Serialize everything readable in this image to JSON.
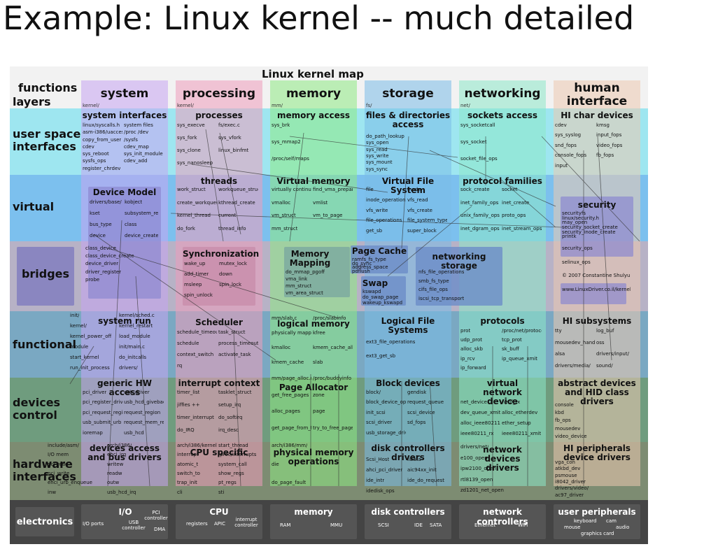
{
  "slide_title": "Example: Linux kernel -- much detailed",
  "map_title": "Linux kernel map",
  "corner": {
    "functions": "functions",
    "layers": "layers"
  },
  "columns": [
    {
      "key": "system",
      "label": "system",
      "path": "kernel/",
      "color": "#c9a8f0"
    },
    {
      "key": "processing",
      "label": "processing",
      "path": "kernel/",
      "color": "#e8a0b8"
    },
    {
      "key": "memory",
      "label": "memory",
      "path": "mm/",
      "color": "#a6e8a0"
    },
    {
      "key": "storage",
      "label": "storage",
      "path": "fs/",
      "color": "#8cc4e8"
    },
    {
      "key": "networking",
      "label": "networking",
      "path": "net/",
      "color": "#a0e8d0"
    },
    {
      "key": "human",
      "label": "human\ninterface",
      "path": "",
      "color": "#e8c8b0"
    }
  ],
  "layers": [
    {
      "label": "user space\ninterfaces",
      "color": "#9ee6f0"
    },
    {
      "label": "virtual",
      "color": "#7cc0ee"
    },
    {
      "label": "bridges",
      "color": "#b0a8c8"
    },
    {
      "label": "functional",
      "color": "#7aa8c0"
    },
    {
      "label": "devices\ncontrol",
      "color": "#6a9a7a"
    },
    {
      "label": "hardware\ninterfaces",
      "color": "#7a8a70"
    }
  ],
  "sections": {
    "system_interfaces": "system interfaces",
    "processes": "processes",
    "memory_access": "memory access",
    "files_dirs": "files & directories access",
    "sockets_access": "sockets access",
    "hi_char": "HI char devices",
    "device_model": "Device Model",
    "threads": "threads",
    "virtual_memory": "Virtual memory",
    "vfs": "Virtual File System",
    "protocol_families": "protocol families",
    "security": "security",
    "bridges": "bridges",
    "synchronization": "Synchronization",
    "memory_mapping": "Memory Mapping",
    "page_cache": "Page Cache",
    "networking_storage": "networking storage",
    "swap": "Swap",
    "system_run": "system run",
    "scheduler": "Scheduler",
    "logical_memory": "logical memory",
    "logical_fs": "Logical File Systems",
    "protocols": "protocols",
    "hi_subsystems": "HI subsystems",
    "generic_hw": "generic HW access",
    "interrupt_context": "interrupt context",
    "page_allocator": "Page Allocator",
    "block_devices": "Block devices",
    "virtual_net": "virtual network device",
    "abstract_devices": "abstract devices and HID class drivers",
    "devices_access": "devices access and bus drivers",
    "cpu_specific": "CPU specific",
    "physical_memory": "physical memory operations",
    "disk_controllers_drivers": "disk controllers drivers",
    "network_devices_drivers": "network devices drivers",
    "hi_peripherals": "HI peripherals device drivers"
  },
  "small_labels": {
    "sysint": [
      "linux/syscalls.h",
      "system files",
      "asm-i386/uaccess.h",
      "/proc  /dev",
      "copy_from_user",
      "/sysfs",
      "cdev",
      "cdev_map",
      "sys_reboot",
      "sys_init_module",
      "sysfs_ops",
      "cdev_add",
      "register_chrdev"
    ],
    "proc": [
      "sys_execve",
      "fs/exec.c",
      "sys_fork",
      "sys_vfork",
      "sys_clone",
      "linux_binfmt",
      "sys_nanosleep"
    ],
    "memacc": [
      "sys_brk",
      "sys_mmap2",
      "/proc/self/maps"
    ],
    "files": [
      "do_path_lookup",
      "sys_open",
      "sys_read",
      "sys_write",
      "sys_mount",
      "sys_sync"
    ],
    "sock": [
      "sys_socketcall",
      "sys_socket",
      "socket_file_ops"
    ],
    "hichar": [
      "cdev",
      "kmsg",
      "sys_syslog",
      "input_fops",
      "snd_fops",
      "video_fops",
      "console_fops",
      "fb_fops",
      "input"
    ],
    "devmodel": [
      "drivers/base/",
      "kobject",
      "kset",
      "subsystem_register",
      "bus_type",
      "class",
      "device",
      "device_create"
    ],
    "threads": [
      "work_struct",
      "workqueue_struct",
      "create_workqueue",
      "kthread_create",
      "kernel_thread",
      "current",
      "do_fork",
      "thread_info"
    ],
    "vmem": [
      "virtually continuous memory",
      "find_vma_prepare",
      "vmalloc",
      "vmlist",
      "vm_struct",
      "vm_to_page",
      "mm_struct"
    ],
    "vfs": [
      "file",
      "inode",
      "inode_operations",
      "vfs_read",
      "vfs_write",
      "vfs_create",
      "file_operations",
      "file_system_type",
      "get_sb",
      "super_block"
    ],
    "proto": [
      "sock_create",
      "socket",
      "inet_family_ops",
      "inet_create",
      "unix_family_ops",
      "proto_ops",
      "inet_dgram_ops",
      "inet_stream_ops"
    ],
    "security": [
      "securityfs",
      "linux/security.h",
      "may_open",
      "security_socket_create",
      "security_inode_create",
      "printk"
    ],
    "bridges": [
      "class_device",
      "class_device_create",
      "device_driver",
      "driver_register",
      "probe"
    ],
    "sync": [
      "wake_up",
      "mutex_lock",
      "add_timer",
      "down",
      "msleep",
      "spin_lock",
      "spin_unlock"
    ],
    "mmap": [
      "do_mmap_pgoff",
      "vma_link",
      "mm_struct",
      "vm_area_struct"
    ],
    "pcache": [
      "ramfs_fs_type",
      "do_sync",
      "address_space",
      "pdflush"
    ],
    "netstor": [
      "nfs_file_operations",
      "smb_fs_type",
      "cifs_file_ops",
      "iscsi_tcp_transport"
    ],
    "swap": [
      "kswapd",
      "do_swap_page",
      "wakeup_kswapd"
    ],
    "security_ext": [
      "security_ops",
      "selinux_ops",
      "© 2007 Constantine Shulyupin",
      "www.LinuxDriver.co.il/kernel_map"
    ],
    "sysrun": [
      "init/",
      "kernel/sched.c",
      "kernel/",
      "kernel_restart",
      "kernel_power_off",
      "load_module",
      "module",
      "init/main.c",
      "start_kernel",
      "do_initcalls",
      "run_init_process",
      "drivers/"
    ],
    "sched": [
      "schedule_timeout",
      "task_struct",
      "schedule",
      "process_timeout",
      "context_switch",
      "activate_task",
      "rq"
    ],
    "logmem": [
      "mm/slab.c",
      "/proc/slabinfo",
      "physically mapped memory",
      "kfree",
      "kmalloc",
      "kmem_cache_alloc",
      "kmem_cache",
      "slab"
    ],
    "lfs": [
      "ext3_file_operations",
      "ext3_get_sb"
    ],
    "protocols": [
      "prot",
      "/proc/net/protocols",
      "udp_prot",
      "tcp_prot",
      "alloc_skb",
      "sk_buff",
      "ip_rcv",
      "ip_queue_xmit",
      "ip_forward"
    ],
    "hisub": [
      "tty",
      "log_buf",
      "mousedev_handler",
      "oss",
      "alsa",
      "drivers/input/",
      "drivers/media/",
      "sound/"
    ],
    "ghw": [
      "pci_driver",
      "usb_driver",
      "pci_register_driver",
      "usb_hcd_giveback_urb",
      "pci_request_regions",
      "request_region",
      "usb_submit_urb",
      "request_mem_region",
      "ioremap",
      "usb_hcd"
    ],
    "irqctx": [
      "timer_list",
      "tasklet_struct",
      "jiffies ++",
      "setup_irq",
      "timer_interrupt",
      "do_softirq",
      "do_IRQ",
      "irq_desc"
    ],
    "palloc": [
      "mm/page_alloc.c",
      "/proc/buddyinfo",
      "get_free_pages",
      "zone",
      "alloc_pages",
      "page",
      "get_page_from_freelist",
      "try_to_free_pages"
    ],
    "blk": [
      "block/",
      "gendisk",
      "block_device_operations",
      "request_queue",
      "init_scsi",
      "scsi_device",
      "scsi_driver",
      "sd_fops",
      "usb_storage_driver"
    ],
    "vnet": [
      "net_device",
      "netif_rx",
      "dev_queue_xmit",
      "alloc_etherdev",
      "alloc_ieee80211",
      "ether_setup",
      "ieee80211_rx",
      "ieee80211_xmit"
    ],
    "absdev": [
      "console",
      "kbd",
      "fb_ops",
      "mousedev",
      "video_device"
    ],
    "devacc": [
      "include/asm/",
      "arch/i386/",
      "I/O mem",
      "ehci_irq",
      "pci_read",
      "writew",
      "pci_write",
      "readw",
      "ehci_urb_enqueue",
      "outw",
      "inw",
      "usb_hcd_irq"
    ],
    "cpus": [
      "arch/i386/kernel/",
      "start_thread",
      "interrupt",
      "/proc/interrupts",
      "atomic_t",
      "system_call",
      "switch_to",
      "show_regs",
      "trap_init",
      "pt_regs",
      "cli",
      "sti"
    ],
    "physmem": [
      "arch/i386/mm/",
      "die",
      "do_page_fault"
    ],
    "diskdrv": [
      "Scsi_Host",
      "libata",
      "ahci_pci_driver",
      "aic94xx_init",
      "ide_intr",
      "ide_do_request",
      "idedisk_ops"
    ],
    "netdrv": [
      "drivers/net/",
      "e100_open",
      "ipw2100_open",
      "rtl8139_open",
      "zd1201_net_open"
    ],
    "hiper": [
      "vga_con",
      "atkbd_dev",
      "psmouse",
      "i8042_driver",
      "drivers/video/",
      "ac97_driver"
    ]
  },
  "hardware": [
    {
      "label": "electronics",
      "subs": []
    },
    {
      "label": "I/O",
      "subs": [
        "I/O ports",
        "USB controller",
        "PCI controller",
        "DMA"
      ]
    },
    {
      "label": "CPU",
      "subs": [
        "registers",
        "APIC",
        "interrupt controller"
      ]
    },
    {
      "label": "memory",
      "subs": [
        "RAM",
        "MMU"
      ]
    },
    {
      "label": "disk controllers",
      "subs": [
        "SCSI",
        "IDE",
        "SATA"
      ]
    },
    {
      "label": "network controllers",
      "subs": [
        "Ethernet",
        "WiFi"
      ]
    },
    {
      "label": "user peripherals",
      "subs": [
        "keyboard",
        "mouse",
        "cam",
        "audio",
        "graphics card"
      ]
    }
  ]
}
